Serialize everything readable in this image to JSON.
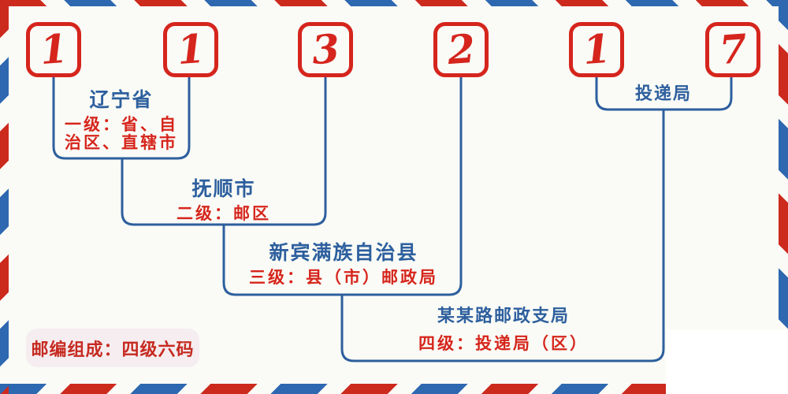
{
  "postal_code": {
    "digits": [
      "1",
      "1",
      "3",
      "2",
      "1",
      "7"
    ]
  },
  "levels": [
    {
      "name": "辽宁省",
      "desc": "一级：省、自治区、直辖市"
    },
    {
      "name": "抚顺市",
      "desc": "二级：邮区"
    },
    {
      "name": "新宾满族自治县",
      "desc": "三级：县（市）邮政局"
    },
    {
      "name": "某某路邮政支局",
      "desc": "四级：投递局（区）"
    },
    {
      "name": "投递局",
      "desc": ""
    }
  ],
  "badge": {
    "text": "邮编组成：四级六码"
  },
  "colors": {
    "red": "#d5251d",
    "blue": "#2d5f9e",
    "stripe_red": "#cd2a1e",
    "stripe_blue": "#2e68b0",
    "background": "#fafbf6",
    "badge_background": "#f5edf0"
  }
}
